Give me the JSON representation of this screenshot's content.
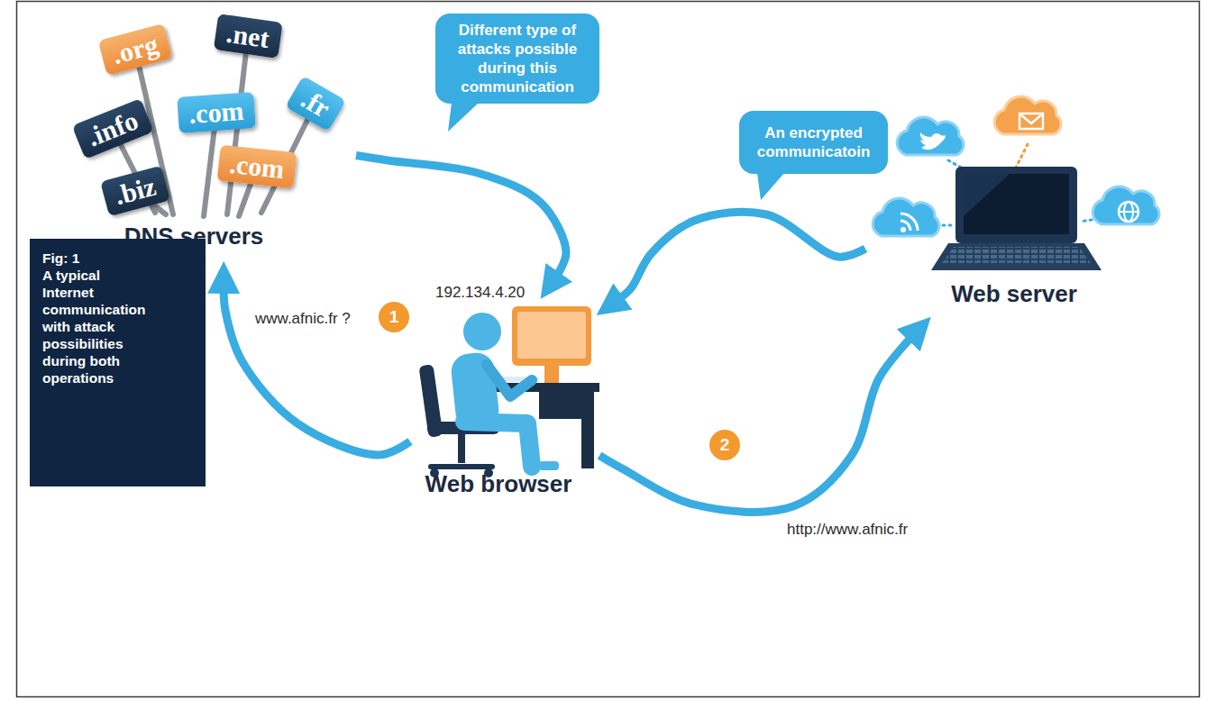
{
  "diagram": {
    "nodes": [
      {
        "text": [
          "DNS servers"
        ]
      },
      {
        "text": [
          ".org"
        ],
        "in": 0
      },
      {
        "text": [
          ".net"
        ],
        "in": 0
      },
      {
        "text": [
          ".info"
        ],
        "in": 0
      },
      {
        "text": [
          ".com"
        ],
        "in": 0
      },
      {
        "text": [
          ".fr"
        ],
        "in": 0
      },
      {
        "text": [
          ".biz"
        ],
        "in": 0
      },
      {
        "text": [
          ".com"
        ],
        "in": 0
      },
      {
        "text": [
          "Different type of attacks possible during this communication"
        ]
      },
      {
        "text": [
          "An encrypted communicatoin"
        ]
      },
      {
        "text": [
          "1"
        ]
      },
      {
        "text": [
          "Web browser"
        ]
      },
      {
        "text": [
          "2"
        ]
      },
      {
        "text": [
          "Web server"
        ]
      },
      {
        "text": [
          "Fig: 1",
          "A typical Internet communication with attack possibilities during both operations"
        ]
      }
    ],
    "edges": [
      {
        "from": 11,
        "to": 0,
        "label": "www.afnic.fr ?",
        "arrow": "to"
      },
      {
        "from": 0,
        "to": 11,
        "label": "192.134.4.20",
        "arrow": "to"
      },
      {
        "from": 11,
        "to": 13,
        "label": "http://www.afnic.fr",
        "arrow": "to"
      },
      {
        "from": 13,
        "to": 11,
        "arrow": "to"
      }
    ]
  }
}
